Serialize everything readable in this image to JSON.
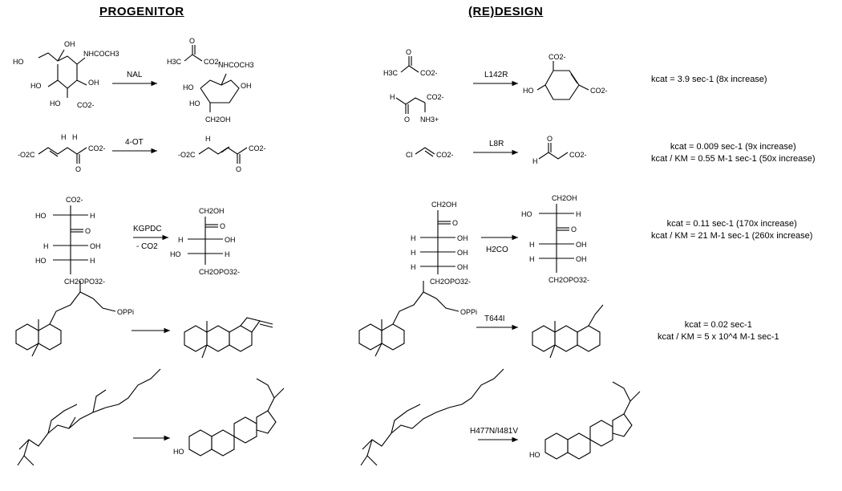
{
  "headers": {
    "progenitor": "PROGENITOR",
    "redesign": "(RE)DESIGN"
  },
  "rows": [
    {
      "progenitor_enzyme": "NAL",
      "redesign_enzyme": "L142R",
      "kinetics": [
        "kcat = 3.9 sec-1 (8x increase)"
      ]
    },
    {
      "progenitor_enzyme": "4-OT",
      "redesign_enzyme": "L8R",
      "kinetics": [
        "kcat = 0.009 sec-1 (9x increase)",
        "kcat / KM = 0.55 M-1 sec-1 (50x increase)"
      ]
    },
    {
      "progenitor_enzyme": "KGPDC",
      "progenitor_enzyme_2": "- CO2",
      "redesign_enzyme": "",
      "redesign_reagent": "H2CO",
      "kinetics": [
        "kcat = 0.11 sec-1 (170x increase)",
        "kcat / KM = 21 M-1 sec-1 (260x increase)"
      ]
    },
    {
      "progenitor_enzyme": "",
      "redesign_enzyme": "T644I",
      "kinetics": [
        "kcat = 0.02 sec-1",
        "kcat / KM = 5 x 10^4 M-1 sec-1"
      ]
    },
    {
      "progenitor_enzyme": "",
      "redesign_enzyme": "H477N/I481V",
      "kinetics": []
    }
  ],
  "labels": {
    "acetyl": "NHCOCH3",
    "pyruvate_me": "H3C",
    "co2m": "CO2-",
    "ho": "HO",
    "oh": "OH",
    "h": "H",
    "o": "O",
    "ch2oh": "CH2OH",
    "ch2opo3": "CH2OPO32-",
    "cl": "Cl",
    "nh3": "NH3+",
    "opp": "OPPi",
    "o2c": "-O2C"
  }
}
